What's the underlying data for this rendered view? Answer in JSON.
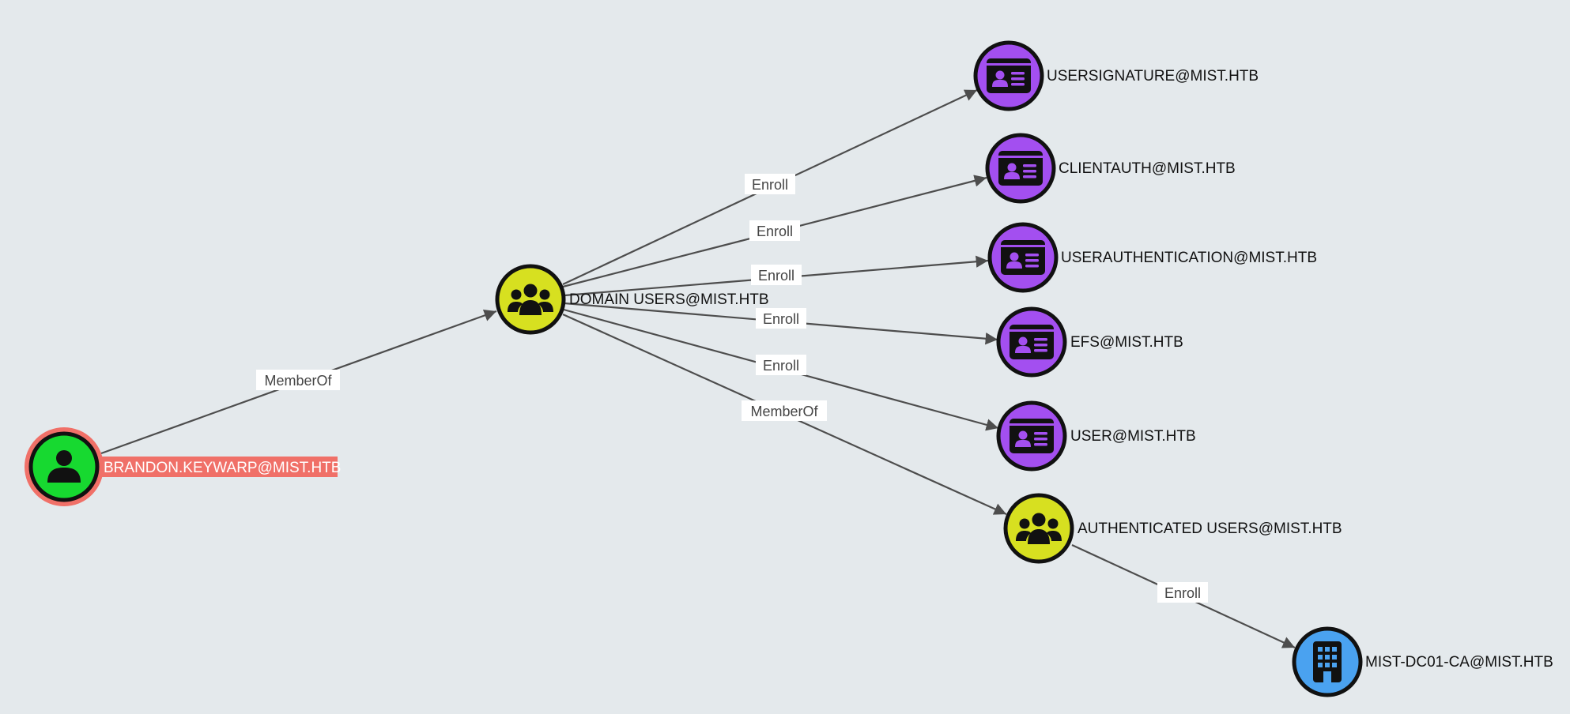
{
  "colors": {
    "background": "#e4e9ec",
    "user": "#17d930",
    "group": "#d7e020",
    "cert_template": "#a34ff0",
    "enterprise_ca": "#4aa2f0",
    "selected_highlight": "#f07068"
  },
  "nodes": {
    "brandon": {
      "label": "BRANDON.KEYWARP@MIST.HTB",
      "kind": "user",
      "icon": "user-icon",
      "selected": true
    },
    "domain_users": {
      "label": "DOMAIN USERS@MIST.HTB",
      "kind": "group",
      "icon": "group-icon"
    },
    "usersignature": {
      "label": "USERSIGNATURE@MIST.HTB",
      "kind": "cert_template",
      "icon": "id-card-icon"
    },
    "clientauth": {
      "label": "CLIENTAUTH@MIST.HTB",
      "kind": "cert_template",
      "icon": "id-card-icon"
    },
    "userauthentication": {
      "label": "USERAUTHENTICATION@MIST.HTB",
      "kind": "cert_template",
      "icon": "id-card-icon"
    },
    "efs": {
      "label": "EFS@MIST.HTB",
      "kind": "cert_template",
      "icon": "id-card-icon"
    },
    "user": {
      "label": "USER@MIST.HTB",
      "kind": "cert_template",
      "icon": "id-card-icon"
    },
    "authenticated_users": {
      "label": "AUTHENTICATED USERS@MIST.HTB",
      "kind": "group",
      "icon": "group-icon"
    },
    "mist_dc01_ca": {
      "label": "MIST-DC01-CA@MIST.HTB",
      "kind": "enterprise_ca",
      "icon": "building-icon"
    }
  },
  "edges": {
    "brandon_to_domain_users": {
      "from": "brandon",
      "to": "domain_users",
      "label": "MemberOf"
    },
    "du_to_usersignature": {
      "from": "domain_users",
      "to": "usersignature",
      "label": "Enroll"
    },
    "du_to_clientauth": {
      "from": "domain_users",
      "to": "clientauth",
      "label": "Enroll"
    },
    "du_to_userauthentication": {
      "from": "domain_users",
      "to": "userauthentication",
      "label": "Enroll"
    },
    "du_to_efs": {
      "from": "domain_users",
      "to": "efs",
      "label": "Enroll"
    },
    "du_to_user": {
      "from": "domain_users",
      "to": "user",
      "label": "Enroll"
    },
    "du_to_authenticated_users": {
      "from": "domain_users",
      "to": "authenticated_users",
      "label": "MemberOf"
    },
    "au_to_mist_dc01_ca": {
      "from": "authenticated_users",
      "to": "mist_dc01_ca",
      "label": "Enroll"
    }
  }
}
